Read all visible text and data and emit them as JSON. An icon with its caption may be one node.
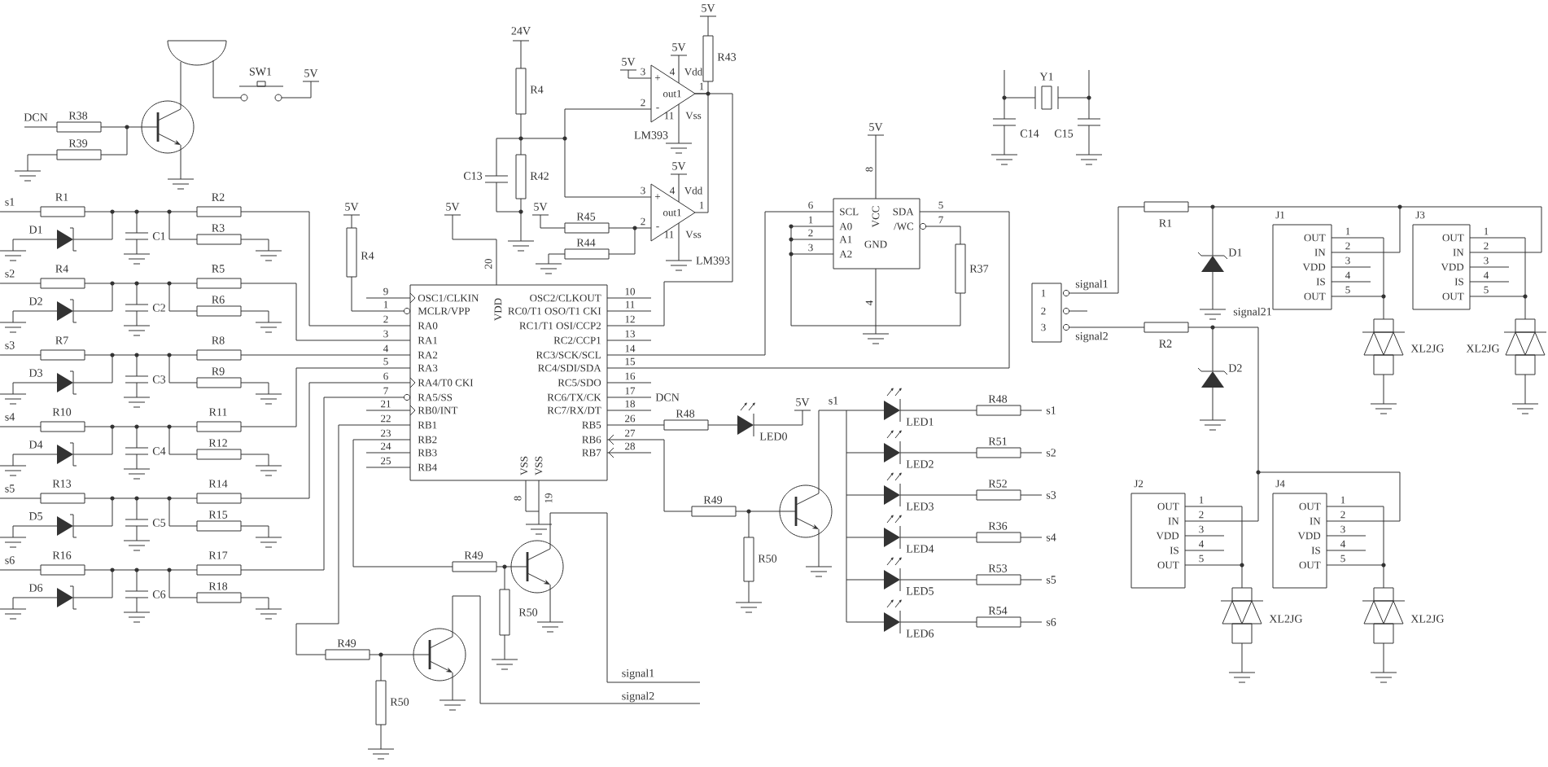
{
  "diagram": {
    "nodes": [
      {
        "text": [
          "OSC1/CLKIN",
          "MCLR/VPP",
          "RA0",
          "RA1",
          "RA2",
          "RA3",
          "RA4/T0 CKI",
          "RA5/SS",
          "RB0/INT",
          "RB1",
          "RB2",
          "RB3",
          "RB4",
          "OSC2/CLKOUT",
          "RC0/T1 OSO/T1 CKI",
          "RC1/T1 OSI/CCP2",
          "RC2/CCP1",
          "RC3/SCK/SCL",
          "RC4/SDI/SDA",
          "RC5/SDO",
          "RC6/TX/CK",
          "RC7/RX/DT",
          "RB5",
          "RB6",
          "RB7",
          "VDD",
          "VSS",
          "VSS"
        ],
        "beside": [
          "9",
          "1",
          "2",
          "3",
          "4",
          "5",
          "6",
          "7",
          "21",
          "22",
          "23",
          "24",
          "25",
          "10",
          "11",
          "12",
          "13",
          "14",
          "15",
          "16",
          "17",
          "18",
          "26",
          "27",
          "28",
          "20",
          "8",
          "19"
        ]
      },
      {
        "text": [
          "SCL",
          "A0",
          "A1",
          "A2",
          "VCC",
          "GND",
          "SDA",
          "/WC"
        ],
        "beside": [
          "6",
          "1",
          "2",
          "3",
          "8",
          "4",
          "5",
          "7"
        ]
      },
      {
        "text": [
          "1",
          "2",
          "3"
        ]
      },
      {
        "text": [
          "J1",
          "OUT",
          "IN",
          "VDD",
          "IS",
          "OUT"
        ],
        "beside": [
          "1",
          "2",
          "3",
          "4",
          "5"
        ]
      },
      {
        "text": [
          "J3",
          "OUT",
          "IN",
          "VDD",
          "IS",
          "OUT"
        ],
        "beside": [
          "1",
          "2",
          "3",
          "4",
          "5"
        ]
      },
      {
        "text": [
          "J2",
          "OUT",
          "IN",
          "VDD",
          "IS",
          "OUT"
        ],
        "beside": [
          "1",
          "2",
          "3",
          "4",
          "5"
        ]
      },
      {
        "text": [
          "J4",
          "OUT",
          "IN",
          "VDD",
          "IS",
          "OUT"
        ],
        "beside": [
          "1",
          "2",
          "3",
          "4",
          "5"
        ]
      },
      {
        "text": [
          "+",
          "-",
          "out1"
        ],
        "beside": [
          "3",
          "2",
          "4",
          "Vdd",
          "11",
          "Vss",
          "1"
        ]
      },
      {
        "text": [
          "+",
          "-",
          "out1"
        ],
        "beside": [
          "3",
          "2",
          "4",
          "Vdd",
          "11",
          "Vss",
          "1"
        ]
      }
    ],
    "edges": [
      {
        "from": 7,
        "to": 0,
        "arrow": "none"
      },
      {
        "from": 8,
        "to": 7,
        "arrow": "none"
      },
      {
        "from": 7,
        "to": 8,
        "arrow": "none"
      },
      {
        "from": 0,
        "to": 1,
        "arrow": "none"
      },
      {
        "from": 0,
        "to": 1,
        "arrow": "none"
      },
      {
        "from": 3,
        "to": 4,
        "arrow": "none"
      },
      {
        "from": 5,
        "to": 6,
        "arrow": "none"
      }
    ],
    "labels": [
      "R1",
      "R2",
      "R3",
      "s1",
      "D1",
      "C1",
      "R4",
      "R5",
      "R6",
      "s2",
      "D2",
      "C2",
      "R7",
      "R8",
      "R9",
      "s3",
      "D3",
      "C3",
      "R10",
      "R11",
      "R12",
      "s4",
      "D4",
      "C4",
      "R13",
      "R14",
      "R15",
      "s5",
      "D5",
      "C5",
      "R16",
      "R17",
      "R18",
      "s6",
      "D6",
      "C6",
      "5V",
      "24V",
      "R43",
      "5V",
      "5V",
      "Y1",
      "SW1",
      "5V",
      "R4",
      "DCN",
      "R38",
      "R39",
      "LM393",
      "5V",
      "C14",
      "C15",
      "R42",
      "5V",
      "C13",
      "5V",
      "5V",
      "5V",
      "R45",
      "LM393",
      "R1",
      "R4",
      "R44",
      "D1",
      "R37",
      "signal1",
      "signal21",
      "signal2",
      "R2",
      "D2",
      "XL2JG",
      "XL2JG",
      "DCN",
      "R48",
      "5V",
      "s1",
      "R48",
      "s1",
      "LED1",
      "R51",
      "s2",
      "LED2",
      "R52",
      "s3",
      "LED3",
      "R36",
      "s4",
      "LED4",
      "R53",
      "s5",
      "LED5",
      "R54",
      "s6",
      "LED6",
      "LED0",
      "R49",
      "R50",
      "R49",
      "R50",
      "R49",
      "R50",
      "signal1",
      "signal2",
      "XL2JG",
      "XL2JG"
    ]
  }
}
